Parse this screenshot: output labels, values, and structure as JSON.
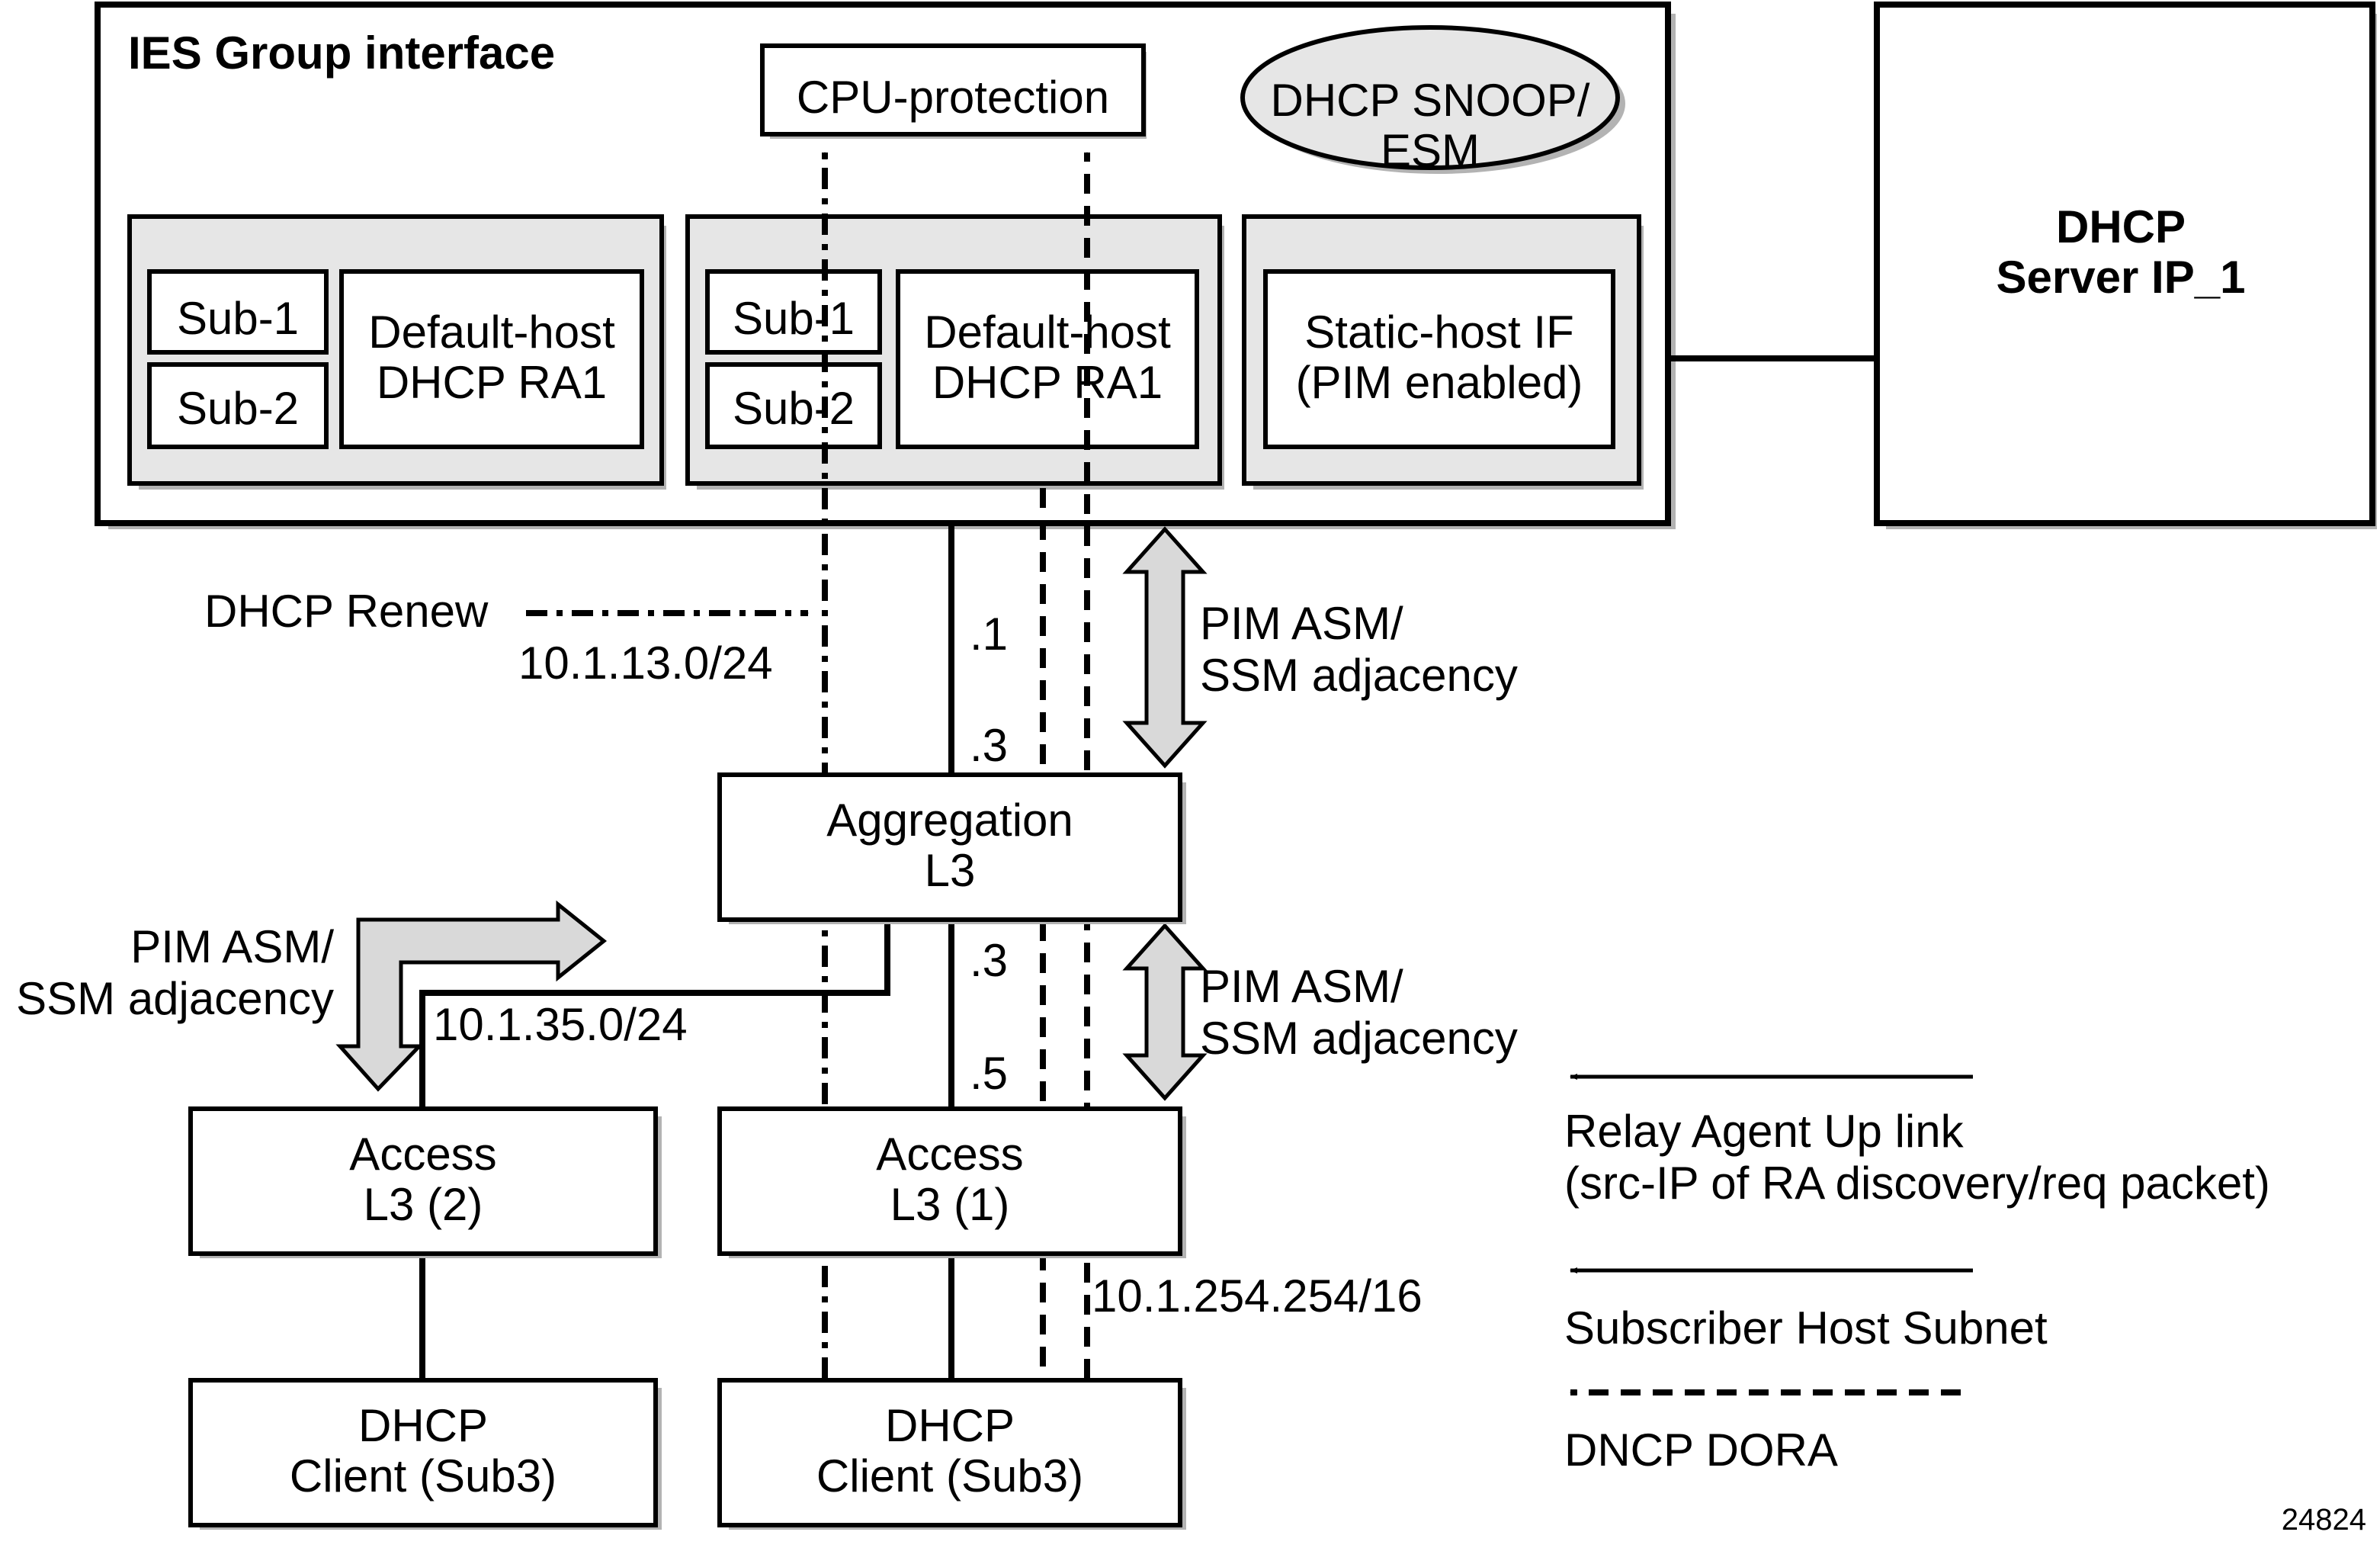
{
  "ies_group": {
    "title": "IES Group interface",
    "cpu_protection": "CPU-protection",
    "snoop": [
      "DHCP SNOOP/",
      "ESM"
    ],
    "panel1": {
      "sub1": "Sub-1",
      "sub2": "Sub-2",
      "host": [
        "Default-host",
        "DHCP RA1"
      ]
    },
    "panel2": {
      "sub1": "Sub-1",
      "sub2": "Sub-2",
      "host": [
        "Default-host",
        "DHCP RA1"
      ]
    },
    "panel3": {
      "static": [
        "Static-host IF",
        "(PIM enabled)"
      ]
    }
  },
  "dhcp_server": [
    "DHCP",
    "Server IP_1"
  ],
  "labels": {
    "dhcp_renew": "DHCP Renew",
    "subnet_13": "10.1.13.0/24",
    "ip_1": ".1",
    "ip_3_top": ".3",
    "ip_3_mid": ".3",
    "ip_5": ".5",
    "pim_top": [
      "PIM ASM/",
      "SSM adjacency"
    ],
    "pim_mid": [
      "PIM ASM/",
      "SSM adjacency"
    ],
    "pim_left": [
      "PIM ASM/",
      "SSM adjacency"
    ],
    "subnet_35": "10.1.35.0/24",
    "subnet_254": "10.1.254.254/16"
  },
  "nodes": {
    "aggregation": [
      "Aggregation",
      "L3"
    ],
    "access_2": [
      "Access",
      "L3 (2)"
    ],
    "access_1": [
      "Access",
      "L3 (1)"
    ],
    "client_left": [
      "DHCP",
      "Client (Sub3)"
    ],
    "client_right": [
      "DHCP",
      "Client (Sub3)"
    ]
  },
  "legend": {
    "relay_up": [
      "Relay Agent Up link",
      "(src-IP of RA discovery/req packet)"
    ],
    "subscriber_subnet": "Subscriber Host Subnet",
    "dora": "DNCP DORA"
  },
  "figure_id": "24824",
  "colors": {
    "panel_fill": "#e6e6e6",
    "arrow_fill": "#d9d9d9",
    "shadow": "#b3b3b3",
    "line": "#000000"
  }
}
